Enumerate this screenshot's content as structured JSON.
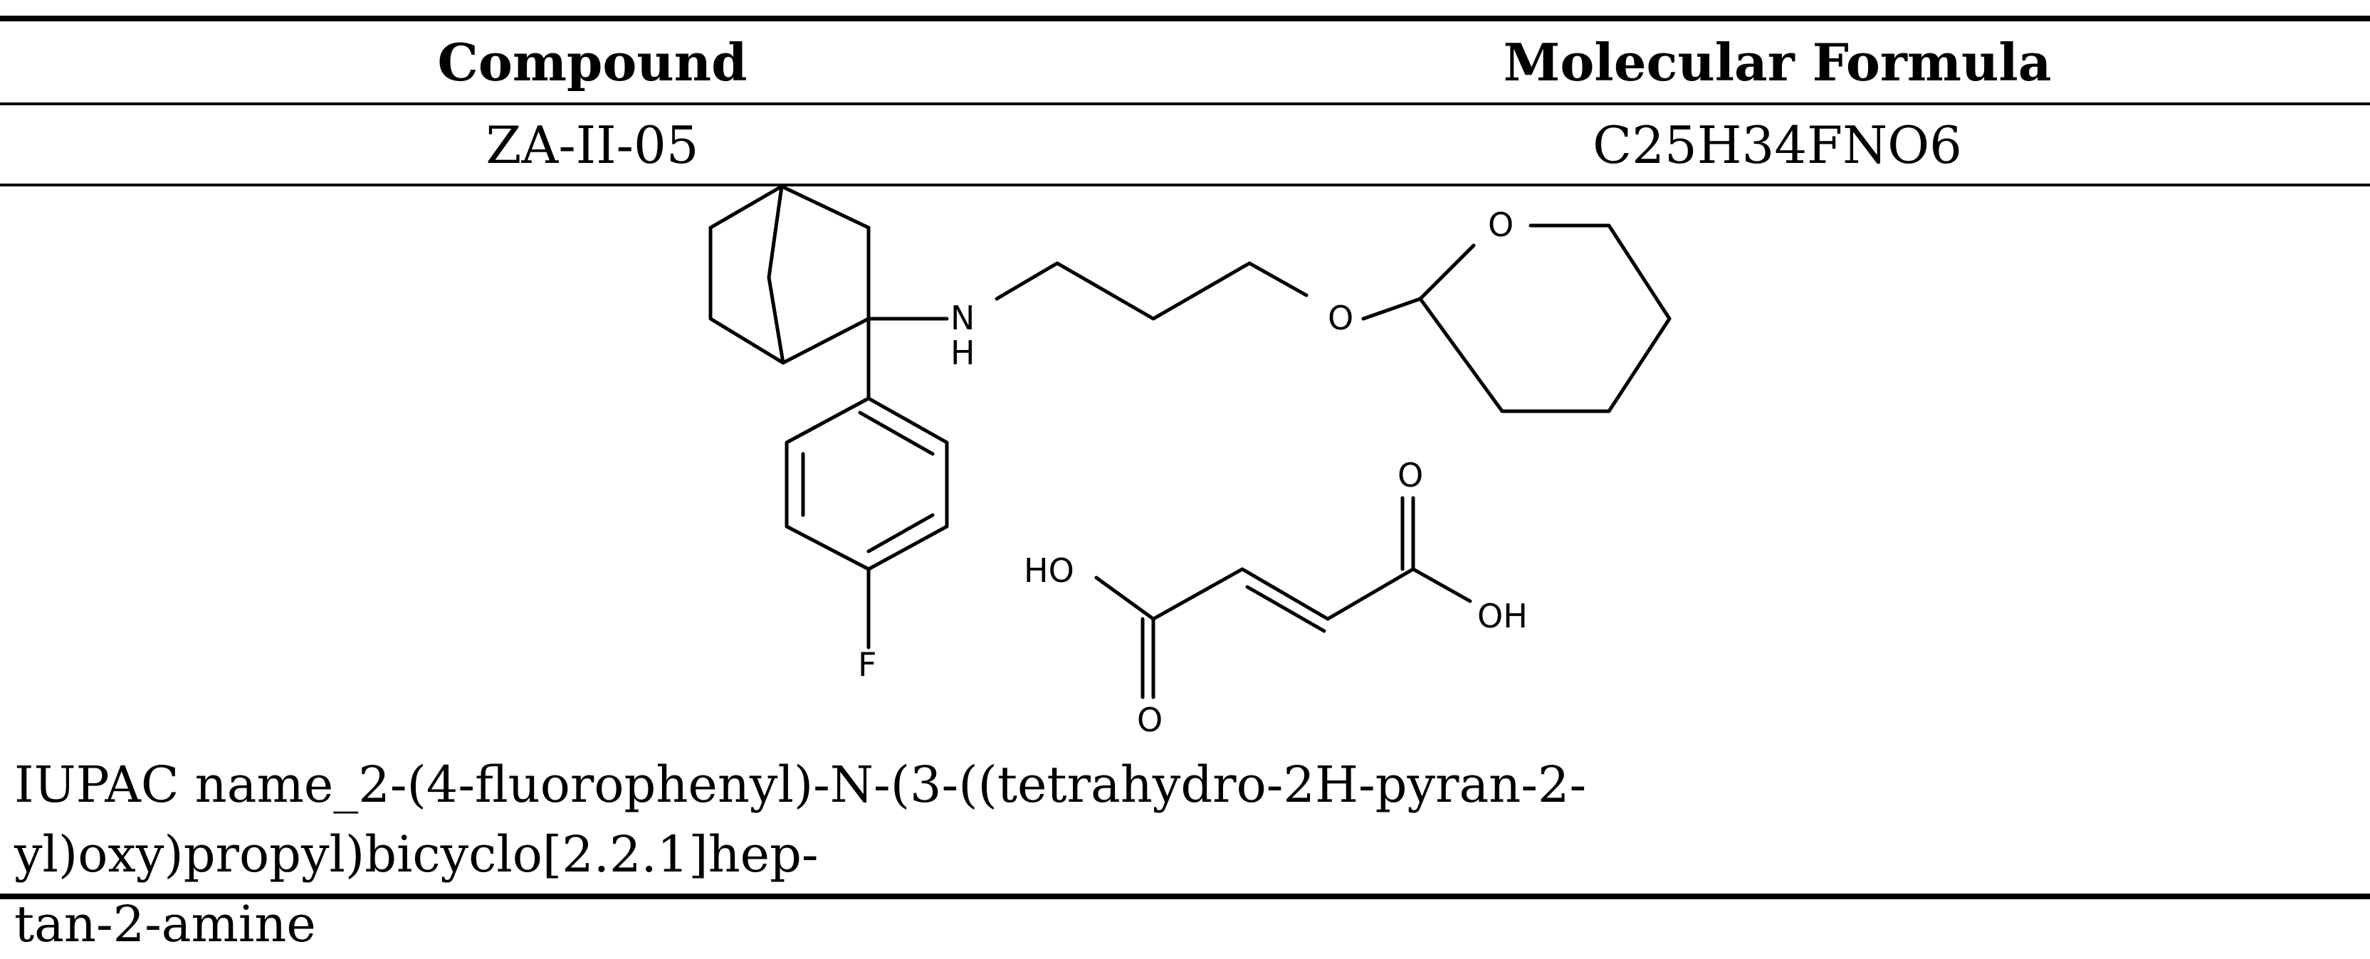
{
  "table": {
    "headers": [
      "Compound",
      "Molecular Formula"
    ],
    "row": {
      "compound": "ZA-II-05",
      "formula": "C25H34FNO6"
    },
    "structure_labels": {
      "amine_N": "N",
      "amine_H": "H",
      "ether_O": "O",
      "ring_O": "O",
      "fluorine": "F",
      "acid_OH_left": "HO",
      "acid_O_top": "O",
      "acid_OH_right": "OH",
      "acid_O_bottom": "O"
    },
    "iupac_line1": "IUPAC name_2-(4-fluorophenyl)-N-(3-((tetrahydro-2H-pyran-2-yl)oxy)propyl)bicyclo[2.2.1]hep-",
    "iupac_line2": "tan-2-amine"
  }
}
